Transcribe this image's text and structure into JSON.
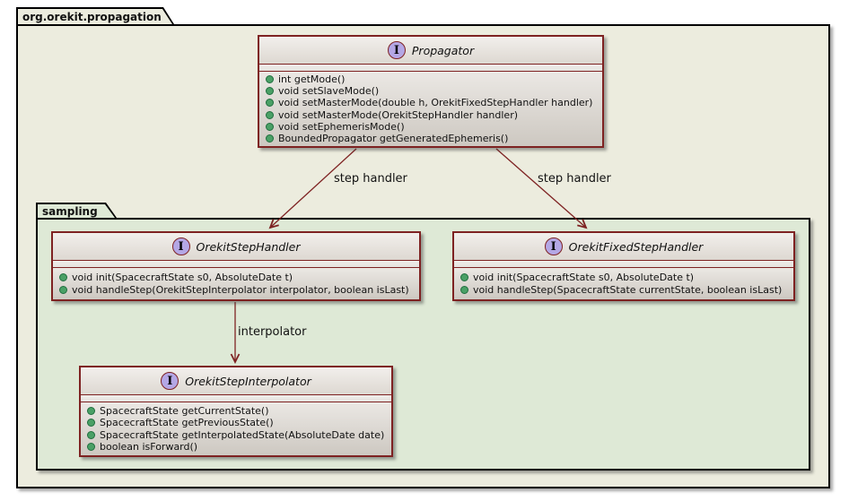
{
  "diagram": {
    "outer_package": {
      "label": "org.orekit.propagation"
    },
    "inner_package": {
      "label": "sampling"
    },
    "interfaces": [
      {
        "icon_letter": "I",
        "name": "Propagator",
        "methods": [
          "int getMode()",
          "void setSlaveMode()",
          "void setMasterMode(double h, OrekitFixedStepHandler handler)",
          "void setMasterMode(OrekitStepHandler handler)",
          "void setEphemerisMode()",
          "BoundedPropagator getGeneratedEphemeris()"
        ]
      },
      {
        "icon_letter": "I",
        "name": "OrekitStepHandler",
        "methods": [
          "void init(SpacecraftState s0, AbsoluteDate t)",
          "void handleStep(OrekitStepInterpolator interpolator, boolean isLast)"
        ]
      },
      {
        "icon_letter": "I",
        "name": "OrekitFixedStepHandler",
        "methods": [
          "void init(SpacecraftState s0, AbsoluteDate t)",
          "void handleStep(SpacecraftState currentState, boolean isLast)"
        ]
      },
      {
        "icon_letter": "I",
        "name": "OrekitStepInterpolator",
        "methods": [
          "SpacecraftState getCurrentState()",
          "SpacecraftState getPreviousState()",
          "SpacecraftState getInterpolatedState(AbsoluteDate date)",
          "boolean isForward()"
        ]
      }
    ],
    "edges": [
      {
        "from": "Propagator",
        "to": "OrekitStepHandler",
        "label": "step handler"
      },
      {
        "from": "Propagator",
        "to": "OrekitFixedStepHandler",
        "label": "step handler"
      },
      {
        "from": "OrekitStepHandler",
        "to": "OrekitStepInterpolator",
        "label": "interpolator"
      }
    ],
    "colors": {
      "box_border": "#7e2222",
      "arrow": "#7e2222",
      "outer_package_bg": "#ececde",
      "inner_package_bg": "#dee9d6",
      "interface_icon_bg": "#b4a7e5",
      "public_method_dot": "#4aa066"
    }
  }
}
